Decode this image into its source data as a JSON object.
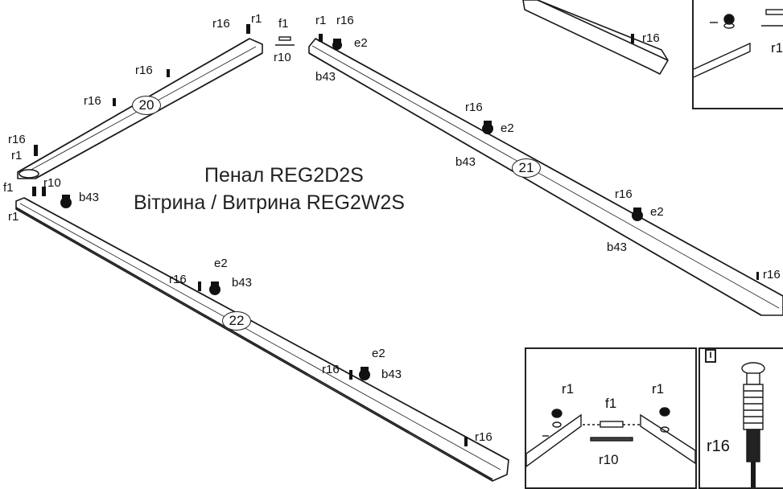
{
  "title": {
    "line1": "Пенал REG2D2S",
    "line2": "Вітрина / Витрина REG2W2S"
  },
  "part_numbers": {
    "p20": "20",
    "p21": "21",
    "p22": "22"
  },
  "labels": {
    "r16": "r16",
    "r1": "r1",
    "f1": "f1",
    "r10": "r10",
    "e2": "e2",
    "b43": "b43"
  },
  "insets": {
    "top_right": {
      "r1": "r1"
    },
    "bottom_connector": {
      "r1_left": "r1",
      "r1_right": "r1",
      "f1": "f1",
      "r10": "r10"
    },
    "bottom_right": {
      "flag": "I",
      "r16": "r16"
    }
  }
}
